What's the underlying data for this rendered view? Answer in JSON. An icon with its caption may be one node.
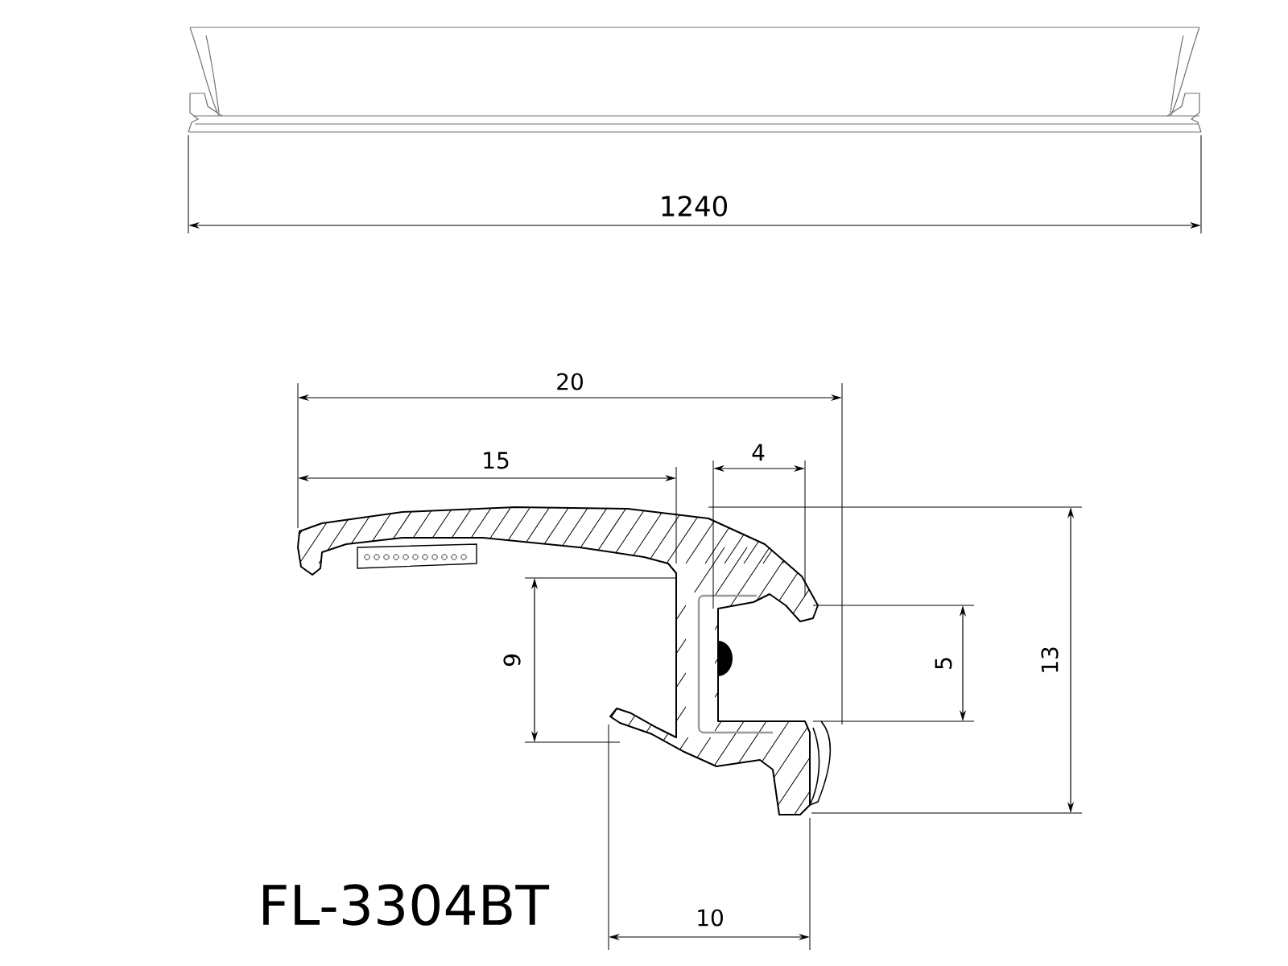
{
  "diagram": {
    "labels": [
      "1240",
      "20",
      "15",
      "4",
      "9",
      "5",
      "13",
      "10",
      "FL-3304BT"
    ]
  }
}
